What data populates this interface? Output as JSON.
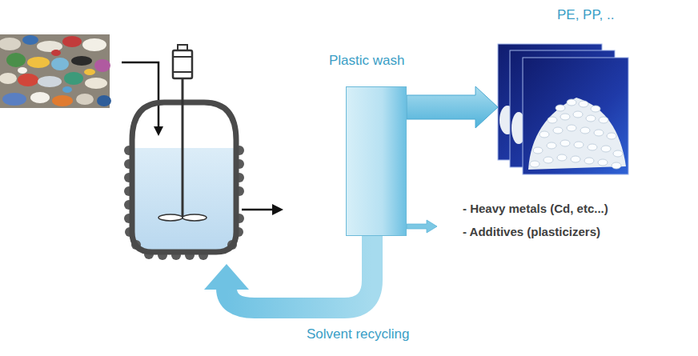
{
  "diagram": {
    "nodes": [
      {
        "text": [
          "Plastic wash"
        ]
      },
      {
        "text": [
          "PE, PP, .."
        ]
      }
    ],
    "edges": [
      {
        "from": 0,
        "to": 1,
        "arrow": "to"
      }
    ],
    "labels": [
      "- Heavy metals (Cd, etc...)",
      "- Additives (plasticizers)",
      "Solvent recycling"
    ]
  }
}
